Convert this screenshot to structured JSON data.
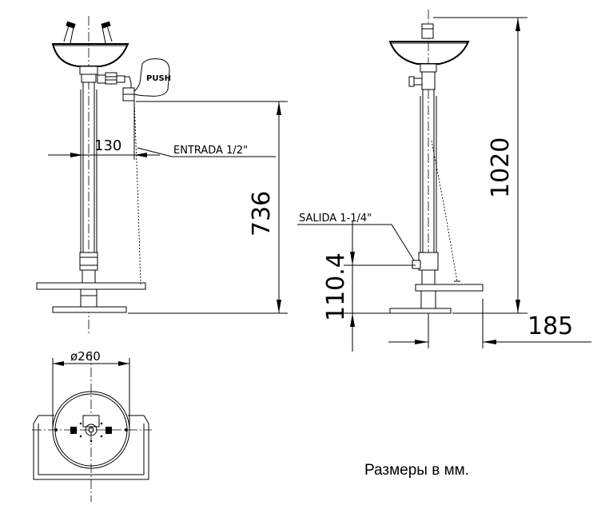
{
  "labels": {
    "push": "PUSH",
    "inlet": "ENTRADA 1/2\"",
    "outlet": "SALIDA 1-1/4\"",
    "dim_130": "130",
    "dim_736": "736",
    "dim_1020": "1020",
    "dim_110_4": "110.4",
    "dim_185": "185",
    "dim_dia_260": "ø260"
  },
  "caption": "Размеры в мм."
}
